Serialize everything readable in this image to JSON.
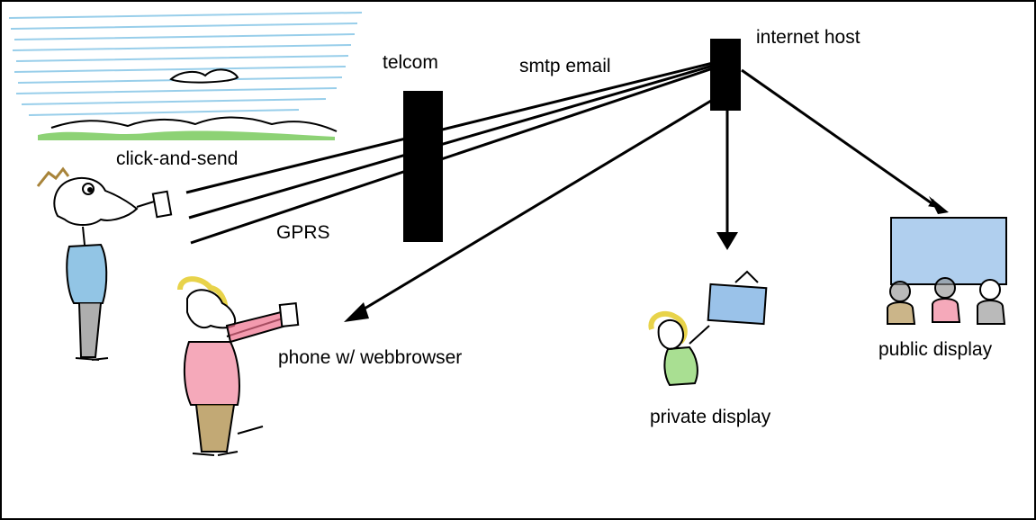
{
  "labels": {
    "telcom": "telcom",
    "smtp_email": "smtp email",
    "internet_host": "internet host",
    "click_and_send": "click-and-send",
    "gprs": "GPRS",
    "phone_webbrowser": "phone w/ webbrowser",
    "private_display": "private display",
    "public_display": "public display"
  },
  "colors": {
    "line": "#000000",
    "sky": "#7fc3e6",
    "grass": "#5cbf3a",
    "shirt_blue": "#4a9fd4",
    "shirt_pink": "#ee6f8c",
    "pants_gray": "#8c8c8c",
    "pants_brown": "#a8843a",
    "hair_blonde": "#e8d34a",
    "screen_blue": "#6fa8e0",
    "green_top": "#6fc94a"
  }
}
